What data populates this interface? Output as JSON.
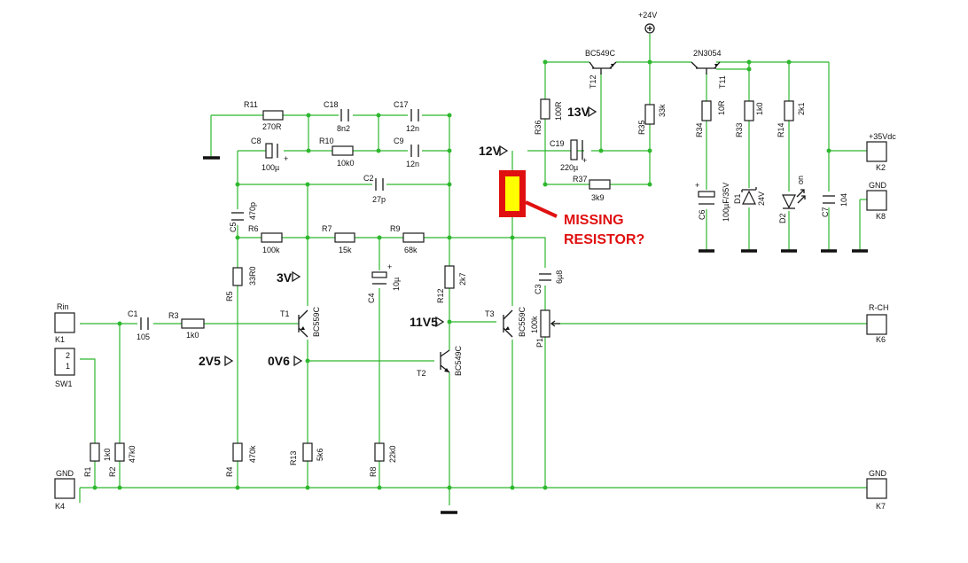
{
  "supply": {
    "plus24": "+24V"
  },
  "transistors": {
    "T1": {
      "ref": "T1",
      "type": "BC559C"
    },
    "T2": {
      "ref": "T2",
      "type": "BC549C"
    },
    "T3": {
      "ref": "T3",
      "type": "BC559C"
    },
    "T11": {
      "ref": "T11",
      "type": "2N3054"
    },
    "T12": {
      "ref": "T12",
      "type": "BC549C"
    }
  },
  "resistors": {
    "R11": {
      "ref": "R11",
      "value": "270R"
    },
    "R10": {
      "ref": "R10",
      "value": "10k0"
    },
    "R6": {
      "ref": "R6",
      "value": "100k"
    },
    "R7": {
      "ref": "R7",
      "value": "15k"
    },
    "R9": {
      "ref": "R9",
      "value": "68k"
    },
    "R5": {
      "ref": "R5",
      "value": "33R0"
    },
    "R3": {
      "ref": "R3",
      "value": "1k0"
    },
    "R4": {
      "ref": "R4",
      "value": "470k"
    },
    "R13": {
      "ref": "R13",
      "value": "5k6"
    },
    "R8": {
      "ref": "R8",
      "value": "22k0"
    },
    "R12": {
      "ref": "R12",
      "value": "2k7"
    },
    "R1": {
      "ref": "R1",
      "value": "1k0"
    },
    "R2": {
      "ref": "R2",
      "value": "47k0"
    },
    "R36": {
      "ref": "R36",
      "value": "100R"
    },
    "R35": {
      "ref": "R35",
      "value": "33k"
    },
    "R37": {
      "ref": "R37",
      "value": "3k9"
    },
    "R34": {
      "ref": "R34",
      "value": "10R"
    },
    "R33": {
      "ref": "R33",
      "value": "1k0"
    },
    "R14": {
      "ref": "R14",
      "value": "2k1"
    }
  },
  "capacitors": {
    "C18": {
      "ref": "C18",
      "value": "8n2"
    },
    "C17": {
      "ref": "C17",
      "value": "12n"
    },
    "C8": {
      "ref": "C8",
      "value": "100µ"
    },
    "C9": {
      "ref": "C9",
      "value": "12n"
    },
    "C2": {
      "ref": "C2",
      "value": "27p"
    },
    "C5": {
      "ref": "C5",
      "value": "470p"
    },
    "C1": {
      "ref": "C1",
      "value": "105"
    },
    "C4": {
      "ref": "C4",
      "value": "10µ"
    },
    "C3": {
      "ref": "C3",
      "value": "6µ8"
    },
    "C19": {
      "ref": "C19",
      "value": "220µ"
    },
    "C6": {
      "ref": "C6",
      "value": "100µF/35V"
    },
    "C7": {
      "ref": "C7",
      "value": "104"
    }
  },
  "diodes": {
    "D1": {
      "ref": "D1",
      "value": "24V"
    },
    "D2": {
      "ref": "D2",
      "value": "on"
    }
  },
  "pot": {
    "ref": "P1",
    "value": "100k"
  },
  "connectors": {
    "K1": {
      "ref": "K1",
      "name": "Rin"
    },
    "K2": {
      "ref": "K2",
      "name": "+35Vdc"
    },
    "K4": {
      "ref": "K4",
      "name": "GND"
    },
    "K6": {
      "ref": "K6",
      "name": "R-CH"
    },
    "K7": {
      "ref": "K7",
      "name": "GND"
    },
    "K8": {
      "ref": "K8",
      "name": "GND"
    }
  },
  "switch": {
    "ref": "SW1"
  },
  "voltages": {
    "v12": "12V",
    "v13": "13V",
    "v3": "3V",
    "v2v5": "2V5",
    "v0v6": "0V6",
    "v11v5": "11V5"
  },
  "annotation": {
    "line1": "MISSING",
    "line2": "RESISTOR?"
  },
  "colors": {
    "wire": "#2eb82e",
    "missing": "#e01010",
    "missing_fill": "#ffff00"
  }
}
